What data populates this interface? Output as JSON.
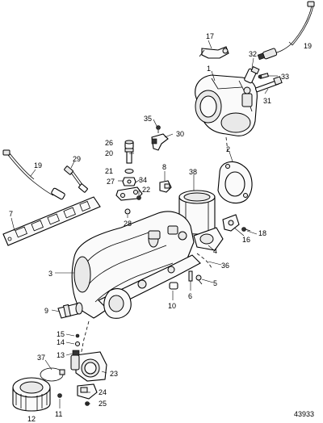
{
  "diagram": {
    "ref_number": "43933",
    "callouts": [
      {
        "id": "c1",
        "text": "1"
      },
      {
        "id": "c2",
        "text": "2"
      },
      {
        "id": "c3",
        "text": "3"
      },
      {
        "id": "c4",
        "text": "4"
      },
      {
        "id": "c5",
        "text": "5"
      },
      {
        "id": "c6",
        "text": "6"
      },
      {
        "id": "c7",
        "text": "7"
      },
      {
        "id": "c8",
        "text": "8"
      },
      {
        "id": "c9",
        "text": "9"
      },
      {
        "id": "c10",
        "text": "10"
      },
      {
        "id": "c11",
        "text": "11"
      },
      {
        "id": "c12",
        "text": "12"
      },
      {
        "id": "c13",
        "text": "13"
      },
      {
        "id": "c14",
        "text": "14"
      },
      {
        "id": "c15",
        "text": "15"
      },
      {
        "id": "c16",
        "text": "16"
      },
      {
        "id": "c17",
        "text": "17"
      },
      {
        "id": "c18",
        "text": "18"
      },
      {
        "id": "c19a",
        "text": "19"
      },
      {
        "id": "c19b",
        "text": "19"
      },
      {
        "id": "c20",
        "text": "20"
      },
      {
        "id": "c21",
        "text": "21"
      },
      {
        "id": "c22",
        "text": "22"
      },
      {
        "id": "c23",
        "text": "23"
      },
      {
        "id": "c24",
        "text": "24"
      },
      {
        "id": "c25",
        "text": "25"
      },
      {
        "id": "c26",
        "text": "26"
      },
      {
        "id": "c27",
        "text": "27"
      },
      {
        "id": "c28",
        "text": "28"
      },
      {
        "id": "c29",
        "text": "29"
      },
      {
        "id": "c30",
        "text": "30"
      },
      {
        "id": "c31",
        "text": "31"
      },
      {
        "id": "c32",
        "text": "32"
      },
      {
        "id": "c33",
        "text": "33"
      },
      {
        "id": "c34",
        "text": "34"
      },
      {
        "id": "c35",
        "text": "35"
      },
      {
        "id": "c36",
        "text": "36"
      },
      {
        "id": "c37",
        "text": "37"
      },
      {
        "id": "c38",
        "text": "38"
      }
    ]
  }
}
